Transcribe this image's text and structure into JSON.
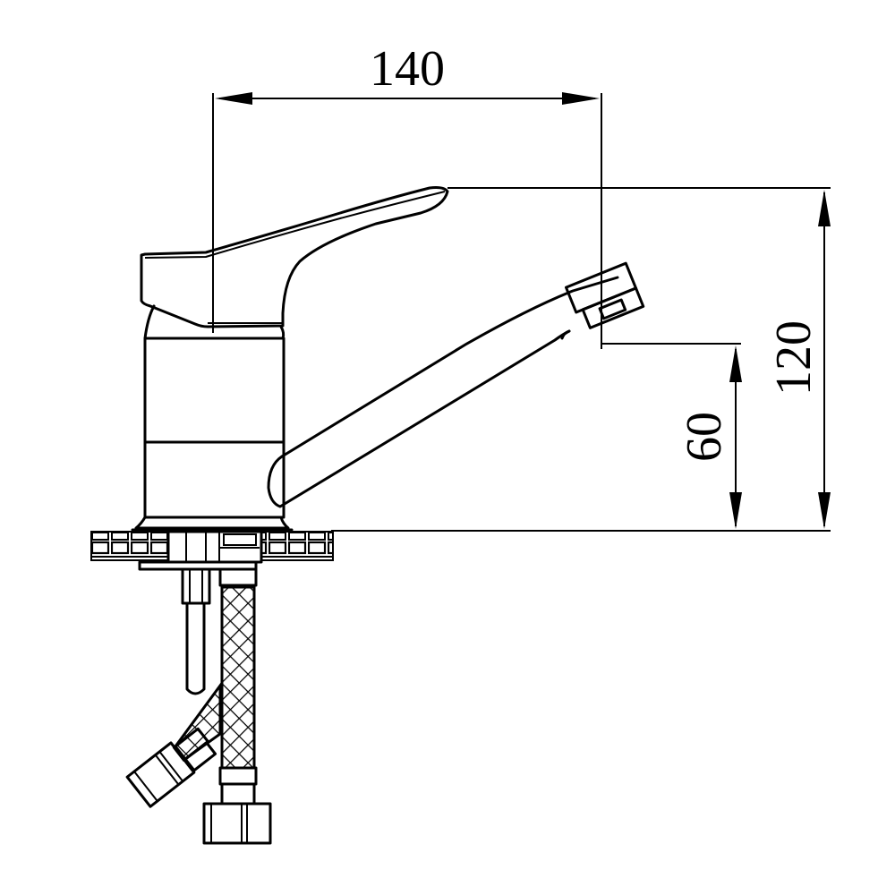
{
  "drawing": {
    "subject": "Single-lever basin faucet side view",
    "background": "#ffffff",
    "line_color": "#000000"
  },
  "dimensions": {
    "spout_reach": {
      "label": "140",
      "orientation": "horizontal"
    },
    "total_height": {
      "label": "120",
      "orientation": "vertical"
    },
    "spout_height": {
      "label": "60",
      "orientation": "vertical"
    }
  },
  "components": [
    "lever-handle",
    "body-cylinder",
    "spout",
    "aerator",
    "mounting-base",
    "threaded-stud",
    "braided-hose-straight",
    "braided-hose-angled",
    "hose-nut"
  ]
}
